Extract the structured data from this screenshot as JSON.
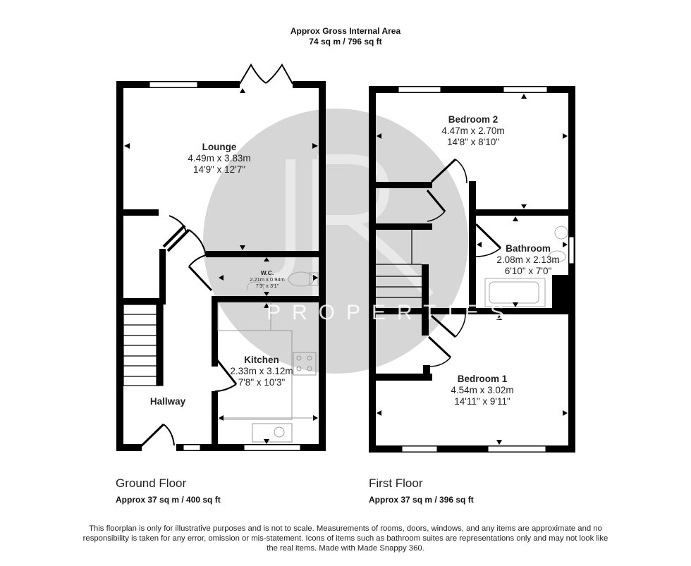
{
  "header": {
    "title": "Approx Gross Internal Area",
    "area": "74 sq m / 796 sq ft"
  },
  "watermark": {
    "monogram": "JR",
    "text": "PROPERTIES",
    "circle_color": "#d6d6d6"
  },
  "colors": {
    "wall": "#000000",
    "background": "#ffffff",
    "fixture": "#bdbdbd"
  },
  "ground_floor": {
    "title": "Ground Floor",
    "area": "Approx 37 sq m / 400 sq ft",
    "rooms": {
      "lounge": {
        "name": "Lounge",
        "metric": "4.49m x 3.83m",
        "imperial": "14'9\" x 12'7\""
      },
      "wc": {
        "name": "W.C.",
        "metric": "2.21m x 0.94m",
        "imperial": "7'3\" x 3'1\""
      },
      "kitchen": {
        "name": "Kitchen",
        "metric": "2.33m x 3.12m",
        "imperial": "7'8\" x 10'3\""
      },
      "hallway": {
        "name": "Hallway"
      }
    }
  },
  "first_floor": {
    "title": "First Floor",
    "area": "Approx 37 sq m / 396 sq ft",
    "rooms": {
      "bedroom2": {
        "name": "Bedroom 2",
        "metric": "4.47m x 2.70m",
        "imperial": "14'8\" x 8'10\""
      },
      "bathroom": {
        "name": "Bathroom",
        "metric": "2.08m x 2.13m",
        "imperial": "6'10\" x 7'0\""
      },
      "bedroom1": {
        "name": "Bedroom 1",
        "metric": "4.54m x 3.02m",
        "imperial": "14'11\" x 9'11\""
      }
    }
  },
  "disclaimer": "This floorplan is only for illustrative purposes and is not to scale. Measurements of rooms, doors, windows, and any items are approximate and no responsibility is taken for any error, omission or mis-statement. Icons of items such as bathroom suites are representations only and may not look like the real items. Made with Made Snappy 360."
}
